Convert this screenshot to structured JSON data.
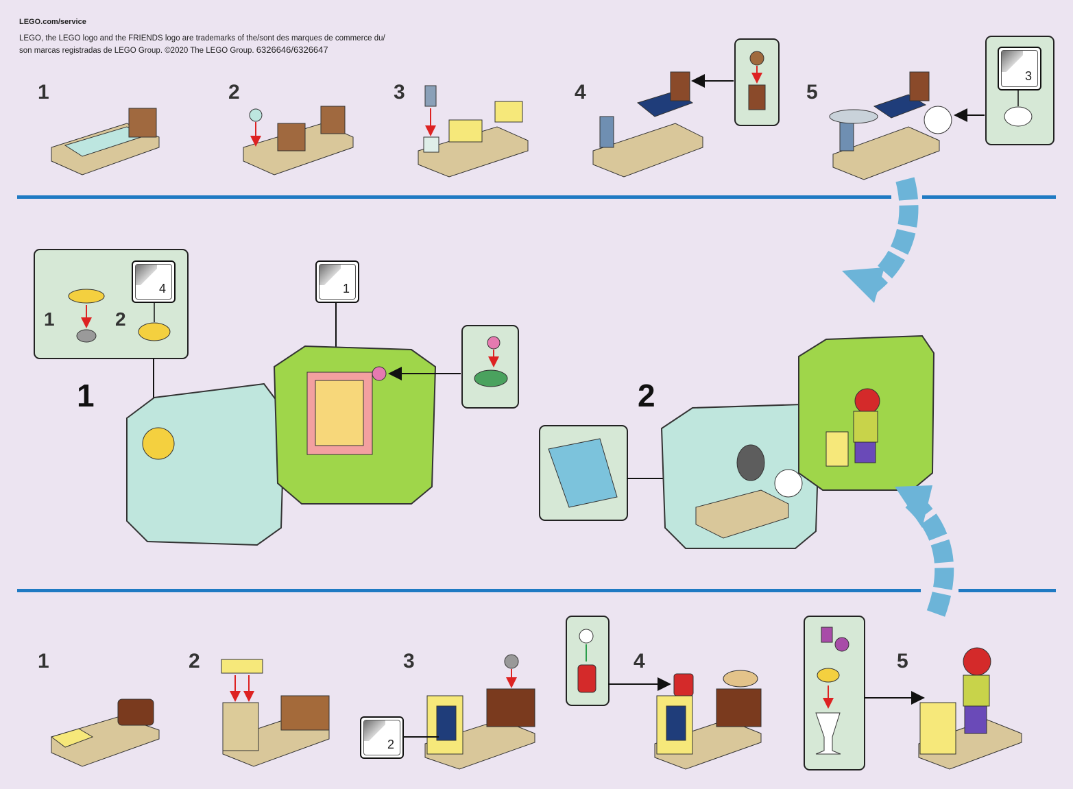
{
  "header": {
    "service_link": "LEGO.com/service",
    "legal_line1": "LEGO, the LEGO logo and the FRIENDS logo are trademarks of the/sont des marques de commerce du/",
    "legal_line2": "son marcas registradas de LEGO Group. ©2020 The LEGO Group.",
    "set_codes": "6326646/6326647"
  },
  "section_top": {
    "steps": [
      "1",
      "2",
      "3",
      "4",
      "5"
    ],
    "sticker_step5": "3"
  },
  "section_middle": {
    "big_steps": [
      "1",
      "2"
    ],
    "sub_steps": [
      "1",
      "2"
    ],
    "sticker_sub": "4",
    "sticker_cube": "1"
  },
  "section_bottom": {
    "steps": [
      "1",
      "2",
      "3",
      "4",
      "5"
    ],
    "sticker_step3": "2"
  },
  "colors": {
    "background": "#ece4f1",
    "divider": "#1f7ac3",
    "callout": "#d6e8d6",
    "arrow_blue": "#6cb4d8",
    "lime": "#9fd64a",
    "trans_teal": "#bfe6dd"
  },
  "icons": [
    "arrow-left-icon",
    "curved-arrow-icon",
    "sticker-icon",
    "brick-icon"
  ]
}
